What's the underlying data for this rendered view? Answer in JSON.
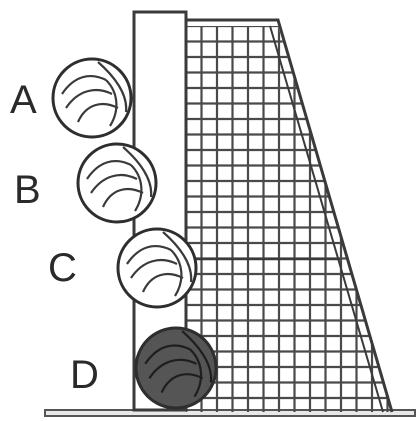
{
  "figure": {
    "balls": [
      {
        "label": "A",
        "shaded": false
      },
      {
        "label": "B",
        "shaded": false
      },
      {
        "label": "C",
        "shaded": false
      },
      {
        "label": "D",
        "shaded": true
      }
    ]
  },
  "colors": {
    "line": "#3a3a3a",
    "net": "#4a4a4a",
    "ball_fill": "#ffffff",
    "ball_shaded": "#555555",
    "ground": "#555555"
  }
}
